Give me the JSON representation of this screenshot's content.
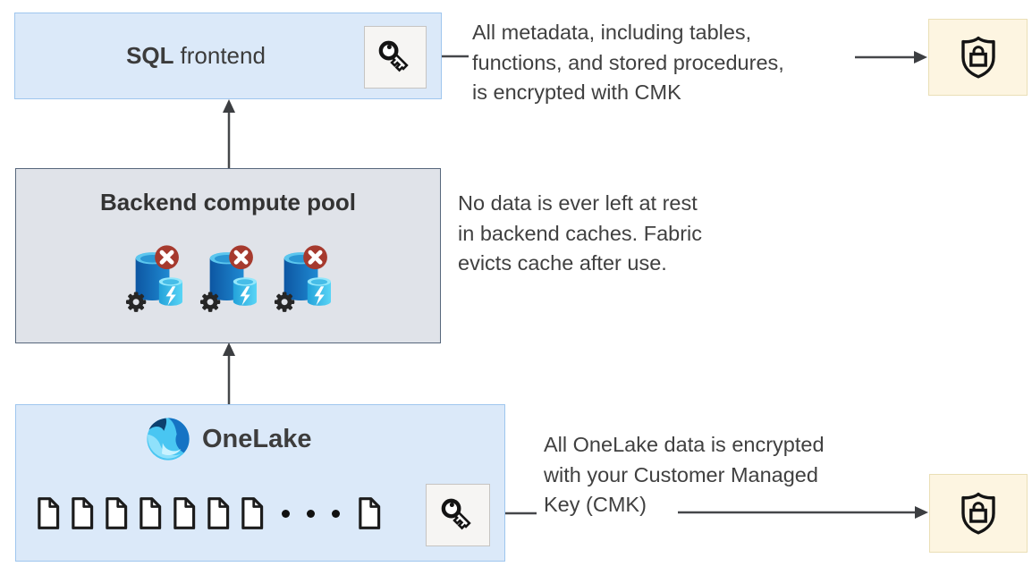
{
  "sql_frontend": {
    "title_bold": "SQL",
    "title_regular": "frontend"
  },
  "backend_pool": {
    "title": "Backend compute pool",
    "node_count": 3
  },
  "onelake": {
    "title": "OneLake",
    "document_count": 8
  },
  "annotations": {
    "metadata_cmk": "All metadata, including tables,\nfunctions, and stored procedures,\nis encrypted with CMK",
    "cache_eviction": "No data is ever left at rest\nin backend caches. Fabric\nevicts cache after use.",
    "onelake_cmk": "All OneLake data is encrypted\nwith your Customer Managed\nKey (CMK)"
  },
  "icons": {
    "key": "key-icon",
    "shield_lock": "shield-lock-icon",
    "document": "document-icon",
    "compute_node": "database-compute-icon",
    "gear": "gear-icon",
    "blocked_badge": "blocked-x-badge",
    "ellipsis": "ellipsis-dots",
    "onelake_logo": "onelake-logo"
  },
  "colors": {
    "box_blue_fill": "#dbe9f9",
    "box_blue_border": "#9fc6ee",
    "box_gray_fill": "#e0e3e9",
    "box_gray_border": "#57677c",
    "shield_box_fill": "#fdf5e1",
    "shield_box_border": "#eadfb6",
    "key_box_fill": "#f6f5f3",
    "key_box_border": "#c6c4c2",
    "text": "#404040",
    "arrow": "#45474a",
    "badge_red": "#a4262c",
    "db_dark_blue": "#0d5aa7",
    "db_light_blue": "#3cc0ee"
  }
}
